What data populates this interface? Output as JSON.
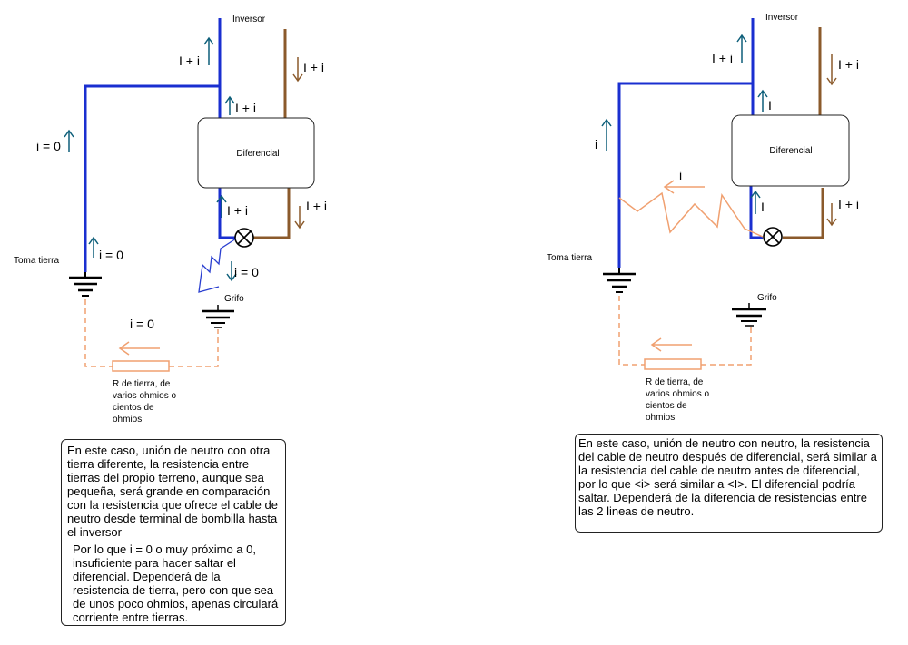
{
  "left": {
    "inversor": "Inversor",
    "diferencial": "Diferencial",
    "toma_tierra": "Toma tierra",
    "grifo": "Grifo",
    "labels": {
      "up_left_top": "I + i",
      "up_mid": "I + i",
      "down_top_right": "I + i",
      "up_bottom": "I + i",
      "down_bottom_right": "I + i",
      "ground_wire": "i = 0",
      "ground_up": "i = 0",
      "spark_down": "i = 0",
      "return_path": "i = 0"
    },
    "resistor_caption": [
      "R de tierra, de",
      "varios ohmios o",
      "cientos de",
      "ohmios"
    ],
    "note_p1": "En este caso, unión de neutro con otra tierra diferente, la resistencia entre tierras del propio terreno, aunque sea pequeña, será grande en comparación con la resistencia que ofrece el cable de neutro desde terminal de bombilla hasta el inversor",
    "note_p2": "Por lo que i = 0 o muy próximo a 0, insuficiente para hacer saltar el diferencial. Dependerá de la resistencia de tierra, pero con que sea de unos poco ohmios, apenas circulará corriente entre tierras."
  },
  "right": {
    "inversor": "Inversor",
    "diferencial": "Diferencial",
    "toma_tierra": "Toma tierra",
    "grifo": "Grifo",
    "labels": {
      "up_left_top": "I + i",
      "down_top_right": "I + i",
      "up_mid": "I",
      "ground_wire": "i",
      "spark": "i",
      "up_bottom": "I",
      "down_bottom_right": "I + i"
    },
    "resistor_caption": [
      "R de tierra, de",
      "varios ohmios o",
      "cientos de",
      "ohmios"
    ],
    "note": "En este caso, unión de neutro con neutro, la resistencia del cable de neutro después de diferencial, será similar a la resistencia del cable de neutro antes de diferencial, por lo que  <i> será similar a <I>. El diferencial podría saltar. Dependerá de la diferencia de resistencias entre las 2 lineas de neutro."
  },
  "colors": {
    "neutral_wire": "#1a2fd0",
    "live_wire": "#8b5a2b",
    "ground_path": "#f0a070",
    "arrow": "#0e5f7a",
    "spark_left": "#2a3fd0",
    "spark_right": "#f0a070"
  }
}
